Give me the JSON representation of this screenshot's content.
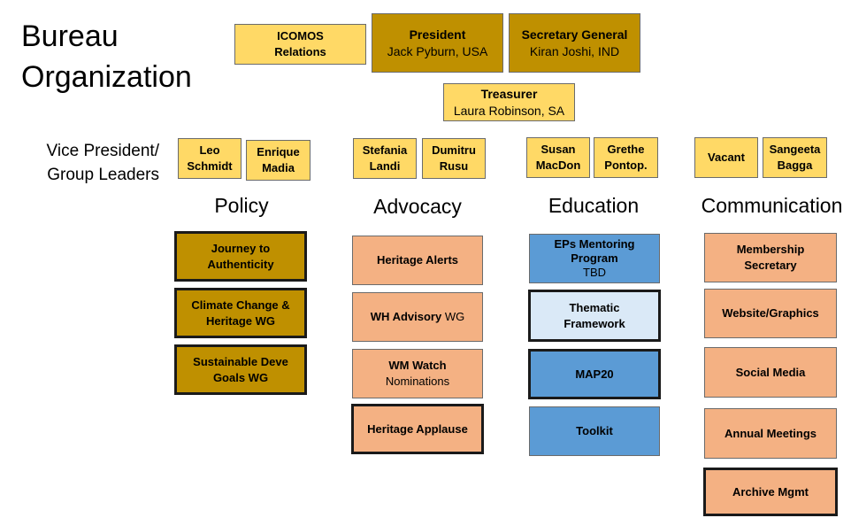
{
  "title": {
    "line1": "Bureau",
    "line2": "Organization"
  },
  "top": {
    "icomos": {
      "line1": "ICOMOS",
      "line2": "Relations"
    },
    "president": {
      "role": "President",
      "name": "Jack Pyburn, USA"
    },
    "secretary": {
      "role": "Secretary General",
      "name": "Kiran Joshi, IND"
    },
    "treasurer": {
      "role": "Treasurer",
      "name": "Laura Robinson, SA"
    }
  },
  "vp_label": {
    "line1": "Vice President/",
    "line2": "Group Leaders"
  },
  "leaders": [
    {
      "line1": "Leo",
      "line2": "Schmidt"
    },
    {
      "line1": "Enrique",
      "line2": "Madia"
    },
    {
      "line1": "Stefania",
      "line2": "Landi"
    },
    {
      "line1": "Dumitru",
      "line2": "Rusu"
    },
    {
      "line1": "Susan",
      "line2": "MacDon"
    },
    {
      "line1": "Grethe",
      "line2": "Pontop."
    },
    {
      "line1": "Vacant",
      "line2": ""
    },
    {
      "line1": "Sangeeta",
      "line2": "Bagga"
    }
  ],
  "columns": {
    "policy": {
      "heading": "Policy",
      "items": [
        {
          "line1": "Journey to",
          "line2": "Authenticity"
        },
        {
          "line1": "Climate Change &",
          "line2": "Heritage WG"
        },
        {
          "line1": "Sustainable Deve",
          "line2": "Goals WG"
        }
      ]
    },
    "advocacy": {
      "heading": "Advocacy",
      "items": [
        {
          "line1": "Heritage Alerts",
          "suffix": ""
        },
        {
          "line1": "WH Advisory",
          "suffix": " WG"
        },
        {
          "line1": "WM Watch",
          "line2": "Nominations"
        },
        {
          "line1": "Heritage Applause"
        }
      ]
    },
    "education": {
      "heading": "Education",
      "items": [
        {
          "line1": "EPs Mentoring",
          "line2": "Program",
          "line3": "TBD"
        },
        {
          "line1": "Thematic",
          "line2": "Framework"
        },
        {
          "line1": "MAP20"
        },
        {
          "line1": "Toolkit"
        }
      ]
    },
    "communication": {
      "heading": "Communication",
      "items": [
        {
          "line1": "Membership",
          "line2": "Secretary"
        },
        {
          "line1": "Website/Graphics"
        },
        {
          "line1": "Social Media"
        },
        {
          "line1": "Annual Meetings"
        },
        {
          "line1": "Archive Mgmt"
        }
      ]
    }
  },
  "colors": {
    "yellow": "#ffd966",
    "gold": "#bf9000",
    "salmon": "#f4b183",
    "blue": "#5b9bd5",
    "light_blue": "#dae9f7"
  }
}
